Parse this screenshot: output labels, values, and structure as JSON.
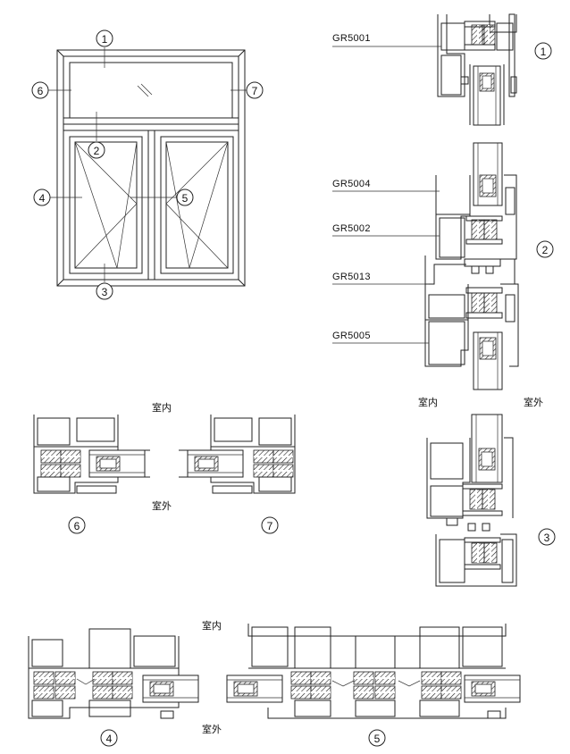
{
  "callouts": {
    "n1": "1",
    "n2": "2",
    "n3": "3",
    "n4": "4",
    "n5": "5",
    "n6": "6",
    "n7": "7"
  },
  "profiles": {
    "gr5001": "GR5001",
    "gr5004": "GR5004",
    "gr5002": "GR5002",
    "gr5013": "GR5013",
    "gr5005": "GR5005"
  },
  "orientation": {
    "indoor": "室内",
    "outdoor": "室外"
  }
}
